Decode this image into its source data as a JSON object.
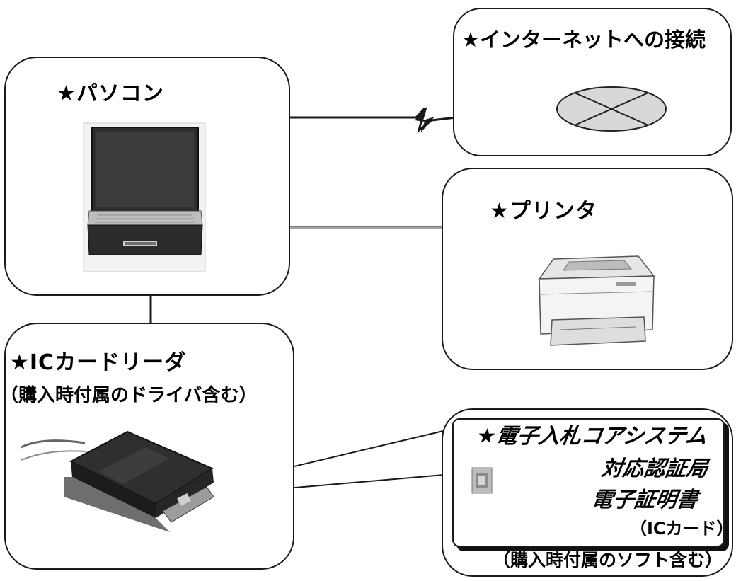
{
  "pc": {
    "title": "★パソコン"
  },
  "internet": {
    "title": "★インターネットへの接続"
  },
  "printer": {
    "title": "★プリンタ"
  },
  "reader": {
    "title": "★ICカードリーダ",
    "note": "（購入時付属のドライバ含む）"
  },
  "cert": {
    "title": "★電子入札コアシステム",
    "line2": "対応認証局",
    "line3": "電子証明書",
    "line4": "（ICカード）",
    "note": "（購入時付属のソフト含む）"
  },
  "icons": [
    "laptop-icon",
    "network-cloud-icon",
    "printer-icon",
    "ic-card-reader-icon",
    "ic-card-icon"
  ],
  "colors": {
    "line": "#1a1a1a",
    "connector": "#6e6e6e"
  }
}
